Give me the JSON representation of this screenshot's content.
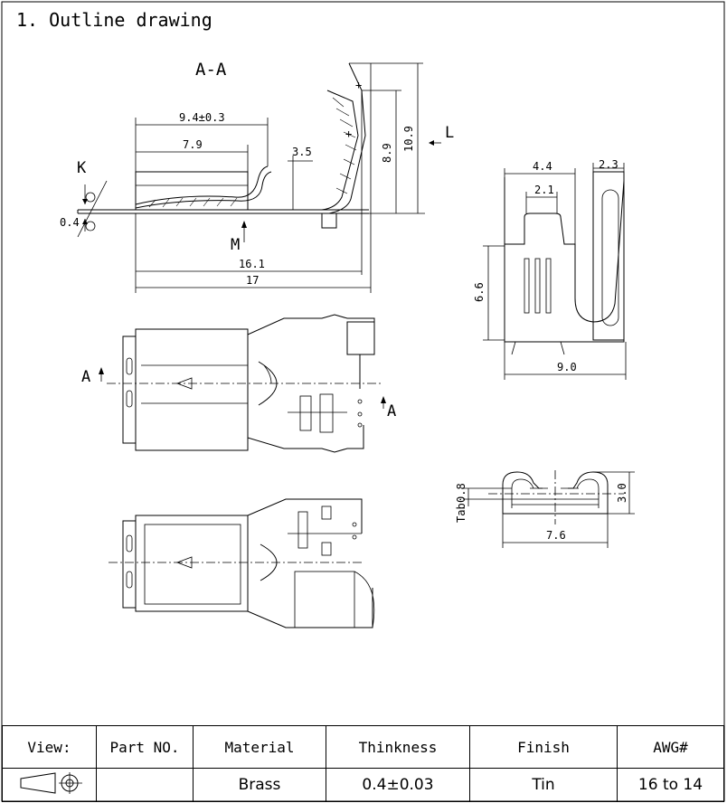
{
  "title": "1. Outline drawing",
  "section_label": "A-A",
  "dimensions": {
    "d9_4_3_3": "9.4±0.3",
    "d7_9": "7.9",
    "d3_5": "3.5",
    "d8_9": "8.9",
    "d10_9": "10.9",
    "d0_4": "0.4",
    "d16_1": "16.1",
    "d17": "17",
    "d4_4": "4.4",
    "d2_3": "2.3",
    "d2_1": "2.1",
    "d6_6": "6.6",
    "d9_0": "9.0",
    "d0_8": "0.8",
    "d3_0": "3.0",
    "d7_6": "7.6"
  },
  "refs": {
    "k": "K",
    "l": "L",
    "m": "M",
    "a_left": "A",
    "a_right": "A",
    "ab": "Tab"
  },
  "table": {
    "headers": [
      "View:",
      "Part NO.",
      "Material",
      "Thinkness",
      "Finish",
      "AWG#"
    ],
    "values": {
      "part_no": "",
      "material": "Brass",
      "thickness": "0.4±0.03",
      "finish": "Tin",
      "awg": "16 to 14"
    }
  }
}
